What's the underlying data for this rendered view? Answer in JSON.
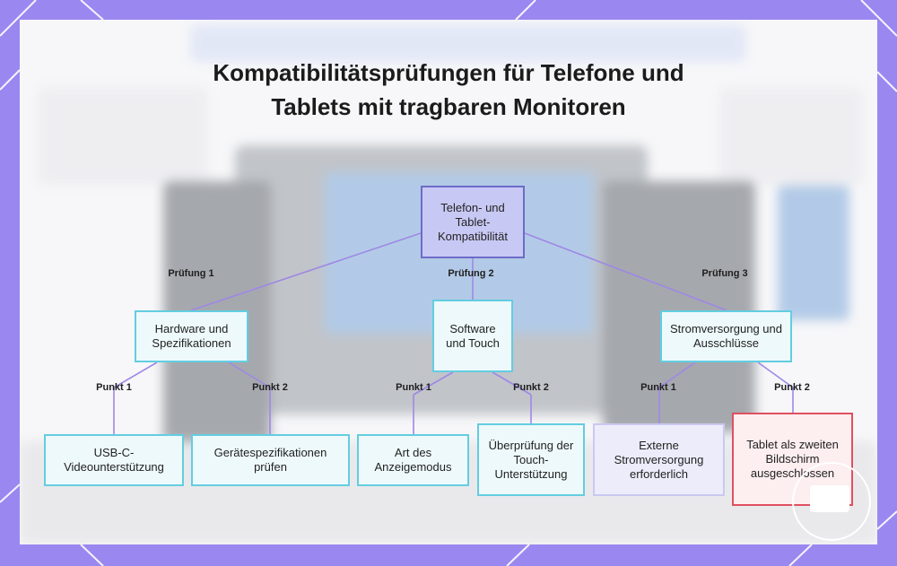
{
  "title": "Kompatibilitätsprüfungen für Telefone und Tablets mit tragbaren Monitoren",
  "colors": {
    "background": "#9b87f0",
    "root_fill": "#c8c8f4",
    "root_border": "#6c6cc8",
    "node_border": "#63cde0",
    "warning_border": "#e0505f",
    "edge": "#9f88e6"
  },
  "root": {
    "label": "Telefon- und Tablet-Kompatibilität"
  },
  "checks": [
    {
      "edge_label": "Prüfung 1",
      "label": "Hardware und Spezifikationen",
      "points": [
        {
          "edge_label": "Punkt 1",
          "label": "USB-C-Videounterstützung"
        },
        {
          "edge_label": "Punkt 2",
          "label": "Gerätespezifikationen prüfen"
        }
      ]
    },
    {
      "edge_label": "Prüfung 2",
      "label": "Software und Touch",
      "points": [
        {
          "edge_label": "Punkt 1",
          "label": "Art des Anzeigemodus"
        },
        {
          "edge_label": "Punkt 2",
          "label": "Überprüfung der Touch-Unterstützung"
        }
      ]
    },
    {
      "edge_label": "Prüfung 3",
      "label": "Stromversorgung und Ausschlüsse",
      "points": [
        {
          "edge_label": "Punkt 1",
          "label": "Externe Stromversorgung erforderlich"
        },
        {
          "edge_label": "Punkt 2",
          "label": "Tablet als zweiten Bildschirm ausgeschlossen"
        }
      ]
    }
  ]
}
